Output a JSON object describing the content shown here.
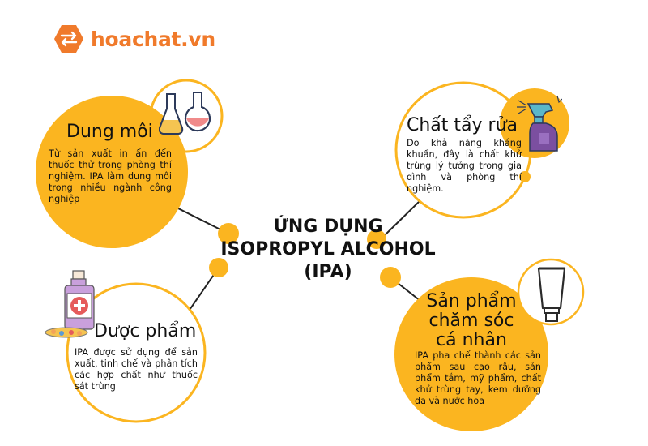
{
  "logo": {
    "text": "hoachat.vn",
    "icon": "double-arrow-icon",
    "color": "#f07a2b"
  },
  "center": {
    "title_lines": [
      "ỨNG DỤNG",
      "ISOPROPYL ALCOHOL",
      "(IPA)"
    ]
  },
  "nodes": {
    "solvent": {
      "title": "Dung môi",
      "text": "Từ sản xuất in ấn đến thuốc thử trong phòng thí nghiệm. IPA làm dung môi trong nhiều ngành công nghiệp",
      "icon": "flasks-icon"
    },
    "cleaner": {
      "title": "Chất tẩy rửa",
      "text": "Do khả năng kháng khuẩn, đây là chất khử trùng lý tưởng trong gia đình và phòng thí nghiệm.",
      "icon": "spray-bottle-icon"
    },
    "pharma": {
      "title": "Dược phẩm",
      "text": "IPA được sử dụng để sản xuất, tinh chế và phân tích các hợp chất như thuốc sát trùng",
      "icon": "medicine-bottle-icon"
    },
    "personal": {
      "title_lines": [
        "Sản phẩm",
        "chăm sóc",
        "cá nhân"
      ],
      "text": "IPA pha chế thành các sản phẩm sau cạo râu, sản phẩm tắm, mỹ phẩm, chất khử trùng tay, kem dưỡng da và nước hoa",
      "icon": "cream-tube-icon"
    }
  },
  "colors": {
    "accent": "#fbb520",
    "line": "#222222",
    "pink": "#f39aa3",
    "purple": "#7b4fa0"
  }
}
